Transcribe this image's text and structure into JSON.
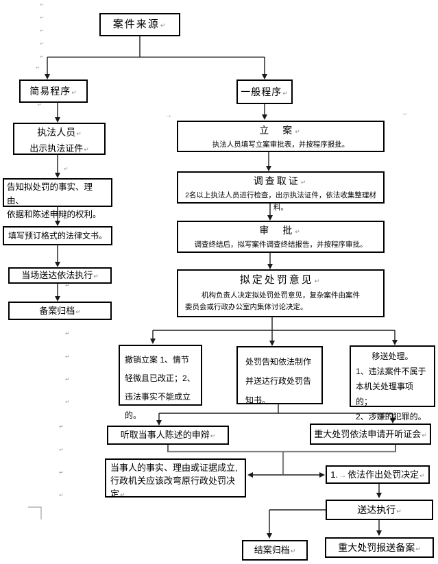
{
  "marks": {
    "return": "↵",
    "tab": "→"
  },
  "nodes": {
    "case_source": {
      "title": "案件来源"
    },
    "simple_procedure": {
      "title": "简易程序"
    },
    "general_procedure": {
      "title": "一般程序"
    },
    "officer": {
      "line1": "执法人员",
      "line2": "出示执法证件"
    },
    "notify_rights": {
      "line1": "告知拟处罚的事实、理由、",
      "line2": "依据和陈述申辩的权利。"
    },
    "fill_documents": {
      "title": "填写预订格式的法律文书。"
    },
    "onsite_delivery": {
      "title": "当场送达依法执行"
    },
    "record_archive": {
      "title": "备案归档"
    },
    "file_case": {
      "title": "立　案",
      "body": "执法人员填写立案审批表，并按程序报批。"
    },
    "investigation": {
      "title": "调查取证",
      "body": "2名以上执法人员进行检查，出示执法证件，依法收集整理材料。"
    },
    "approval": {
      "title": "审　批",
      "body": "调查终结后，拟写案件调查终结报告，并按程序审批。"
    },
    "draft_opinion": {
      "title": "拟定处罚意见",
      "body1": "机构负责人决定拟处罚处罚意见，复杂案件由案件",
      "body2": "委员会或行政办公室内集体讨论决定。"
    },
    "withdraw_case": {
      "body": "撤销立案 1、情节轻微且已改正；2、违法事实不能成立的。"
    },
    "penalty_notice": {
      "body": "处罚告知依法制作并送达行政处罚告知书。"
    },
    "transfer": {
      "line1": "移送处理。",
      "line2": "1、违法案件不属于本机关处理事项的；",
      "line3": "2、涉嫌的犯罪的。"
    },
    "hear_defense": {
      "title": "听取当事人陈述的申辩"
    },
    "hearing": {
      "title": "重大处罚依法申请开听证会"
    },
    "party_evidence": {
      "body": "当事人的事实、理由或证据成立,行政机关应该改弯原行政处罚决定"
    },
    "decision": {
      "prefix": "1.",
      "title": "依法作出处罚决定"
    },
    "delivery_execution": {
      "title": "送达执行"
    },
    "close_archive": {
      "title": "结案归档"
    },
    "major_report": {
      "title": "重大处罚报送备案"
    }
  }
}
